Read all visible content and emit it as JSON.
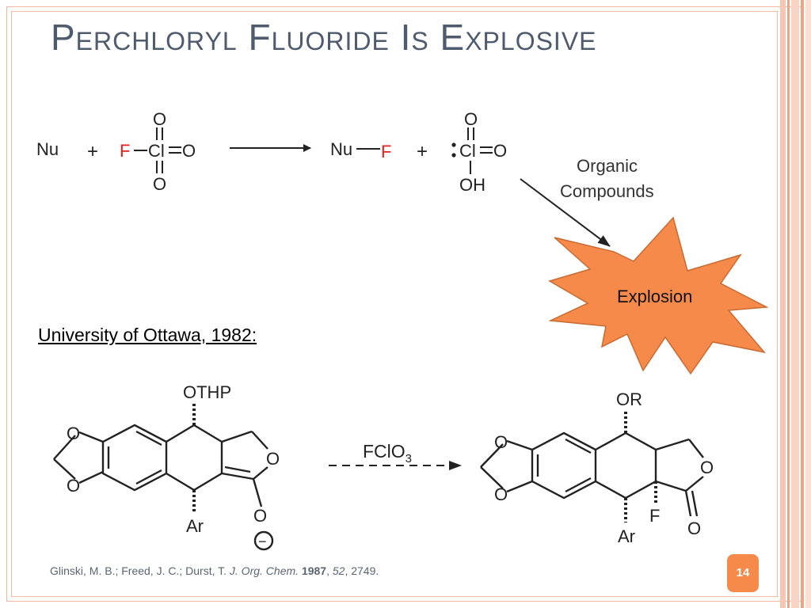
{
  "slide": {
    "title": "Perchloryl Fluoride Is Explosive",
    "page_number": "14"
  },
  "reaction1": {
    "nucleophile": "Nu",
    "plus": "+",
    "fluorine": "F",
    "chlorine": "Cl",
    "oxygen": "O",
    "product_nucleophile": "Nu",
    "product_fluorine": "F",
    "hydroxyl": "OH",
    "arrow_label_line1": "Organic",
    "arrow_label_line2": "Compounds",
    "explosion_label": "Explosion",
    "colors": {
      "fluorine": "#e0221c",
      "explosion_fill": "#f58a4b",
      "explosion_stroke": "#c96a32"
    }
  },
  "caption": "University of Ottawa, 1982:",
  "reaction2": {
    "substituent_top_reactant": "OTHP",
    "substituent_bottom_reactant": "Ar",
    "reagent": "FClO",
    "reagent_subscript": "3",
    "substituent_top_product": "OR",
    "substituent_bottom_product": "Ar",
    "product_fluorine": "F",
    "oxygen": "O",
    "charge": "−"
  },
  "reference": {
    "authors": "Glinski, M. B.; Freed, J. C.; Durst, T. ",
    "journal": "J. Org. Chem.",
    "year": "1987",
    "sep1": ", ",
    "volume": "52",
    "pages": ", 2749."
  }
}
